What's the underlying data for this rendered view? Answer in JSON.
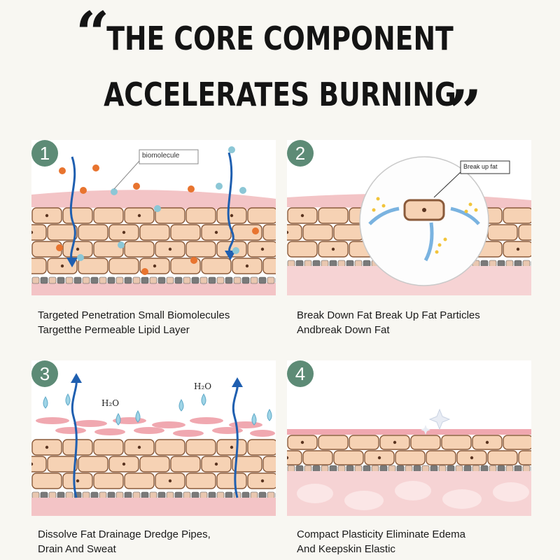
{
  "header": {
    "open_quote": "“",
    "line1": "THE CORE COMPONENT",
    "line2": "ACCELERATES BURNING",
    "close_quote": "”"
  },
  "panels": [
    {
      "number": "1",
      "label": "biomolecule",
      "caption_line1": "Targeted Penetration Small Biomolecules",
      "caption_line2": "Targetthe Permeable Lipid Layer"
    },
    {
      "number": "2",
      "label": "Break up fat",
      "caption_line1": "Break Down Fat Break Up Fat Particles",
      "caption_line2": "Andbreak Down Fat"
    },
    {
      "number": "3",
      "label_a": "H₂O",
      "label_b": "H₂O",
      "caption_line1": "Dissolve Fat Drainage Dredge Pipes,",
      "caption_line2": "Drain And Sweat"
    },
    {
      "number": "4",
      "caption_line1": "Compact Plasticity Eliminate Edema",
      "caption_line2": "And Keepskin Elastic"
    }
  ],
  "colors": {
    "badge": "#5d8b76",
    "fat_cell": "#f6d2b4",
    "fat_outline": "#8a5a3a",
    "skin": "#f3c4c6",
    "arrow": "#1f5fb0",
    "orange_dot": "#e8742f",
    "blue_dot": "#8cc7d6"
  },
  "icons": [
    "arrow-down-icon",
    "arrow-up-icon",
    "water-drop-icon",
    "sparkle-icon",
    "magnifier-icon"
  ]
}
